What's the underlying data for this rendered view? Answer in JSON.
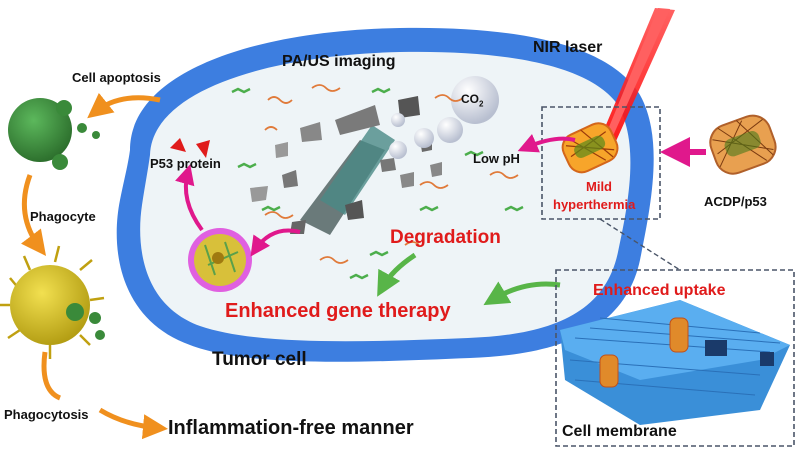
{
  "labels": {
    "cell_apoptosis": "Cell apoptosis",
    "pa_us_imaging": "PA/US imaging",
    "nir_laser": "NIR laser",
    "co2_main": "CO",
    "co2_sub": "2",
    "p53_protein": "P53 protein",
    "low_ph": "Low pH",
    "mild_hyperthermia_line1": "Mild",
    "mild_hyperthermia_line2": "hyperthermia",
    "acdp_p53": "ACDP/p53",
    "phagocyte": "Phagocyte",
    "degradation": "Degradation",
    "enhanced_uptake": "Enhanced uptake",
    "enhanced_gene_therapy": "Enhanced gene therapy",
    "tumor_cell": "Tumor cell",
    "phagocytosis": "Phagocytosis",
    "inflammation_free": "Inflammation-free manner",
    "cell_membrane": "Cell membrane"
  },
  "colors": {
    "cell_membrane_blue": "#3d7ee0",
    "cell_interior": "#eef4f7",
    "label_red": "#e01b1b",
    "arrow_orange": "#f0901e",
    "arrow_magenta": "#e0188c",
    "arrow_green": "#58b548",
    "apoptotic_cell_green": "#3a8a3a",
    "phagocyte_yellow": "#d8c21a",
    "laser_red": "#ff2020",
    "dashed_box": "#4a5568"
  }
}
